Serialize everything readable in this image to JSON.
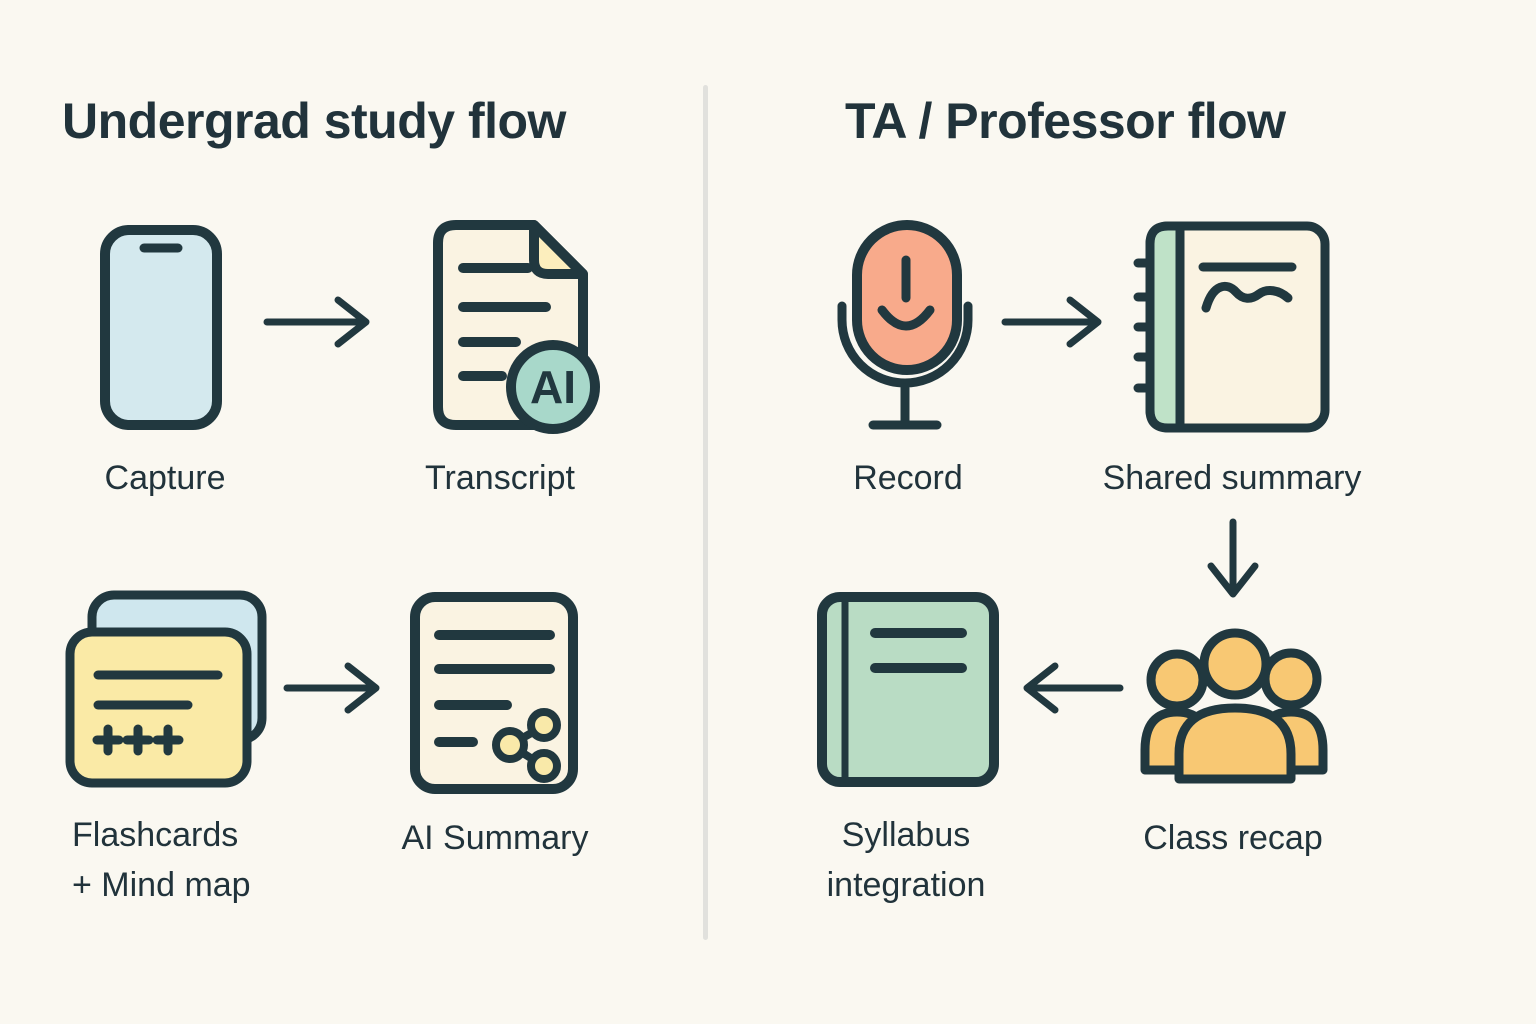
{
  "left": {
    "title": "Undergrad study flow",
    "steps": {
      "capture": {
        "label": "Capture",
        "icon": "phone-icon"
      },
      "transcript": {
        "label": "Transcript",
        "icon": "document-icon",
        "badge": "AI"
      },
      "flashcards": {
        "label_line1": "Flashcards",
        "label_line2": "+ Mind map",
        "icon": "flashcards-icon"
      },
      "ai_summary": {
        "label": "AI Summary",
        "icon": "document-share-icon"
      }
    }
  },
  "right": {
    "title": "TA / Professor flow",
    "steps": {
      "record": {
        "label": "Record",
        "icon": "microphone-icon"
      },
      "shared_summary": {
        "label": "Shared summary",
        "icon": "notebook-icon"
      },
      "class_recap": {
        "label": "Class recap",
        "icon": "people-group-icon"
      },
      "syllabus": {
        "label_line1": "Syllabus",
        "label_line2": "integration",
        "icon": "book-icon"
      }
    }
  },
  "colors": {
    "bg": "#faf8f1",
    "outline": "#21383f",
    "text": "#21333b",
    "divider": "#e1e1dd",
    "phone": "#d4e9ee",
    "card_blue": "#cfe7ee",
    "card_yellow": "#faeaa6",
    "doc_cream": "#faf3e2",
    "fold": "#fceebd",
    "badge": "#a8d8ca",
    "mic": "#f8aa8b",
    "spine": "#bfe2c8",
    "people": "#f8c873",
    "book": "#b9dcc4",
    "share": "#f9e9a9"
  }
}
